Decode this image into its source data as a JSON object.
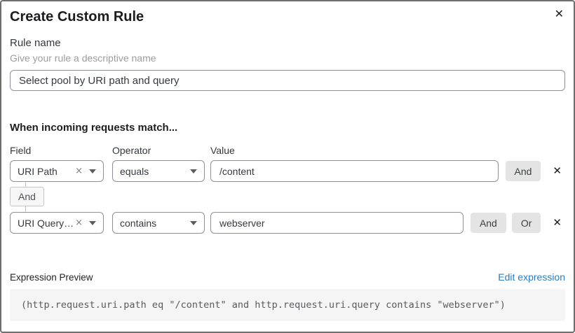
{
  "dialog": {
    "title": "Create Custom Rule"
  },
  "icons": {
    "close": "✕",
    "clear": "×"
  },
  "rule_name": {
    "label": "Rule name",
    "helper": "Give your rule a descriptive name",
    "value": "Select pool by URI path and query"
  },
  "match_section": {
    "heading": "When incoming requests match...",
    "columns": {
      "field": "Field",
      "operator": "Operator",
      "value": "Value"
    },
    "connector_label": "And",
    "rows": [
      {
        "field": "URI Path",
        "operator": "equals",
        "value": "/content",
        "buttons": {
          "and": "And"
        }
      },
      {
        "field": "URI Query St...",
        "operator": "contains",
        "value": "webserver",
        "buttons": {
          "and": "And",
          "or": "Or"
        }
      }
    ]
  },
  "expression_preview": {
    "label": "Expression Preview",
    "edit_link": "Edit expression",
    "expression": "(http.request.uri.path eq \"/content\" and http.request.uri.query contains \"webserver\")"
  },
  "colors": {
    "link_blue": "#2c7bbf",
    "button_gray": "#e4e4e4",
    "input_border": "#8d9095",
    "code_bg": "#f5f5f5",
    "dialog_border": "#6f6f6f"
  }
}
